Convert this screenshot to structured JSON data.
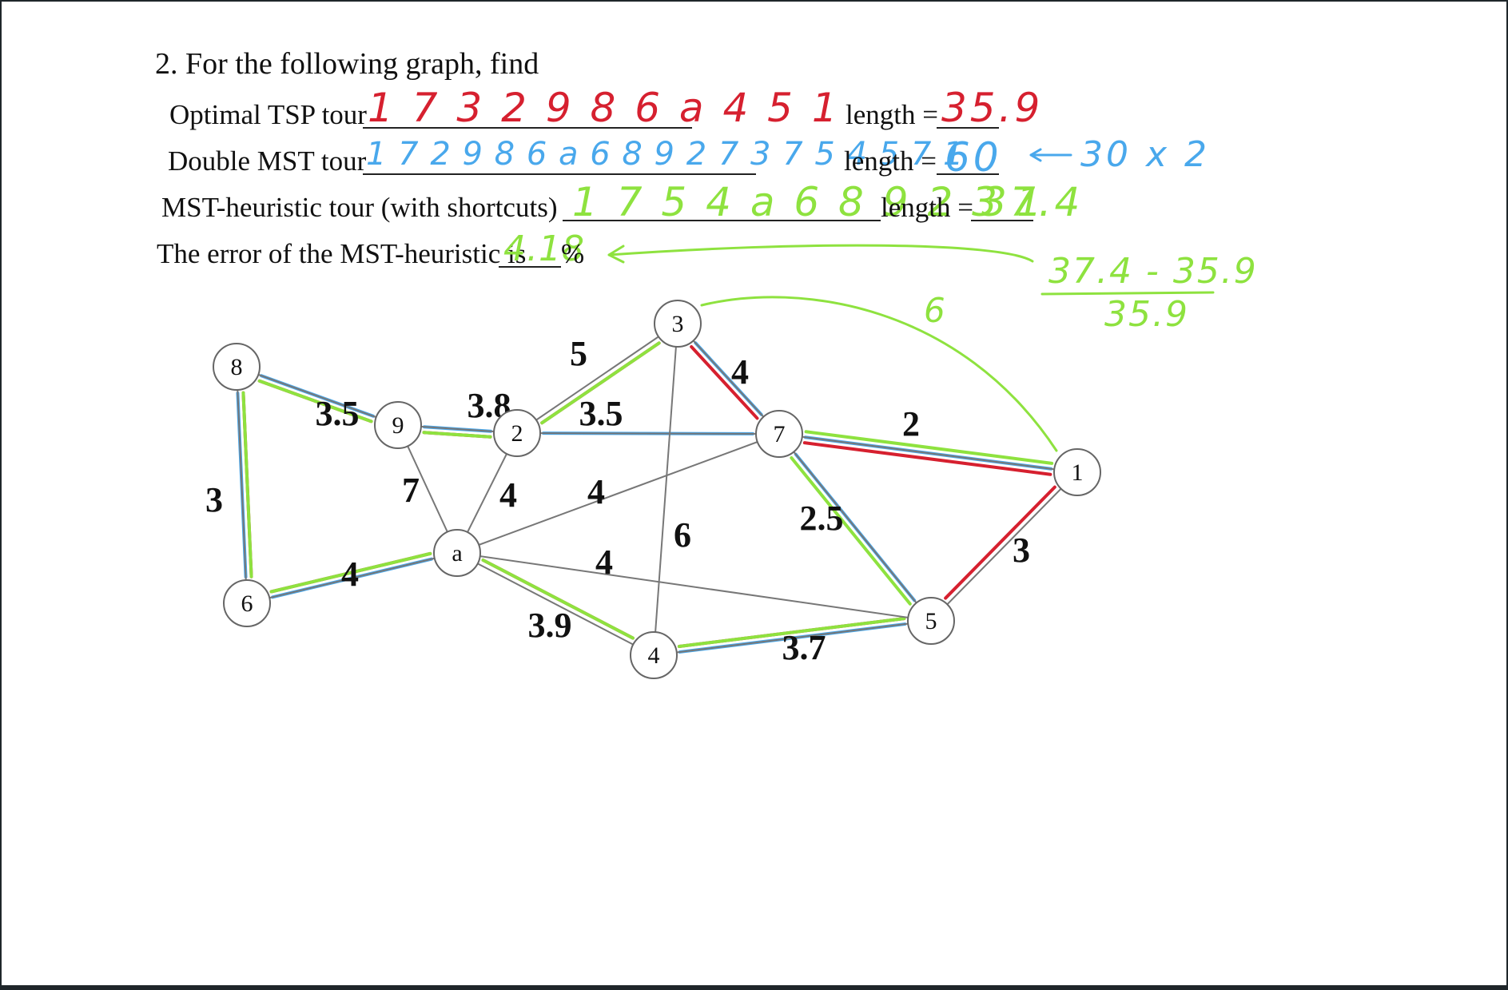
{
  "question": {
    "title": "2. For the following graph, find",
    "row1_label": "Optimal TSP tour",
    "row2_label": "Double MST tour",
    "row3_label": "MST-heuristic tour (with shortcuts)",
    "row4_label": "The error of the MST-heuristic is",
    "length_label": "length =",
    "percent": "%"
  },
  "answers": {
    "tsp_tour": "1 7 3 2 9 8 6 a 4 5 1",
    "tsp_length": "35.9",
    "double_mst_tour": "1 7 2 9 8 6 a 6 8 9 2 7 3 7 5 4 5 7 1",
    "double_mst_length": "60",
    "double_mst_note": "30 x 2",
    "mst_heuristic_tour": "1 7 5 4 a 6 8 9 2 3 1",
    "mst_heuristic_length": "37.4",
    "error_percent": "4.18",
    "error_numerator": "37.4 - 35.9",
    "error_denominator": "35.9",
    "shortcut_weight": "6"
  },
  "graph": {
    "nodes": [
      {
        "id": "8",
        "label": "8"
      },
      {
        "id": "9",
        "label": "9"
      },
      {
        "id": "2",
        "label": "2"
      },
      {
        "id": "3",
        "label": "3"
      },
      {
        "id": "7",
        "label": "7"
      },
      {
        "id": "1",
        "label": "1"
      },
      {
        "id": "6",
        "label": "6"
      },
      {
        "id": "a",
        "label": "a"
      },
      {
        "id": "4",
        "label": "4"
      },
      {
        "id": "5",
        "label": "5"
      }
    ],
    "edges": [
      {
        "from": "8",
        "to": "9",
        "weight": "3.5"
      },
      {
        "from": "8",
        "to": "6",
        "weight": "3"
      },
      {
        "from": "9",
        "to": "2",
        "weight": "3.8"
      },
      {
        "from": "9",
        "to": "a",
        "weight": "7"
      },
      {
        "from": "2",
        "to": "3",
        "weight": "5"
      },
      {
        "from": "2",
        "to": "7",
        "weight": "3.5"
      },
      {
        "from": "2",
        "to": "a",
        "weight": "4"
      },
      {
        "from": "3",
        "to": "7",
        "weight": "4"
      },
      {
        "from": "3",
        "to": "4",
        "weight": "6"
      },
      {
        "from": "7",
        "to": "1",
        "weight": "2"
      },
      {
        "from": "7",
        "to": "5",
        "weight": "2.5"
      },
      {
        "from": "7",
        "to": "a",
        "weight": "4"
      },
      {
        "from": "1",
        "to": "5",
        "weight": "3"
      },
      {
        "from": "6",
        "to": "a",
        "weight": "4"
      },
      {
        "from": "a",
        "to": "4",
        "weight": "3.9"
      },
      {
        "from": "a",
        "to": "5",
        "weight": "4"
      },
      {
        "from": "4",
        "to": "5",
        "weight": "3.7"
      }
    ],
    "highlights": {
      "red": {
        "color": "#d6202f",
        "edges": [
          [
            "1",
            "7"
          ],
          [
            "7",
            "3"
          ],
          [
            "3",
            "2"
          ],
          [
            "2",
            "9"
          ],
          [
            "9",
            "8"
          ],
          [
            "8",
            "6"
          ],
          [
            "6",
            "a"
          ],
          [
            "a",
            "4"
          ],
          [
            "4",
            "5"
          ],
          [
            "5",
            "1"
          ]
        ]
      },
      "blue": {
        "color": "#49a8ec",
        "edges": [
          [
            "1",
            "7"
          ],
          [
            "7",
            "2"
          ],
          [
            "2",
            "9"
          ],
          [
            "9",
            "8"
          ],
          [
            "8",
            "6"
          ],
          [
            "6",
            "a"
          ],
          [
            "7",
            "3"
          ],
          [
            "7",
            "5"
          ],
          [
            "5",
            "4"
          ]
        ]
      },
      "green": {
        "color": "#8ee23f",
        "edges": [
          [
            "1",
            "7"
          ],
          [
            "7",
            "5"
          ],
          [
            "5",
            "4"
          ],
          [
            "4",
            "a"
          ],
          [
            "a",
            "6"
          ],
          [
            "6",
            "8"
          ],
          [
            "8",
            "9"
          ],
          [
            "9",
            "2"
          ],
          [
            "2",
            "3"
          ]
        ]
      }
    }
  }
}
